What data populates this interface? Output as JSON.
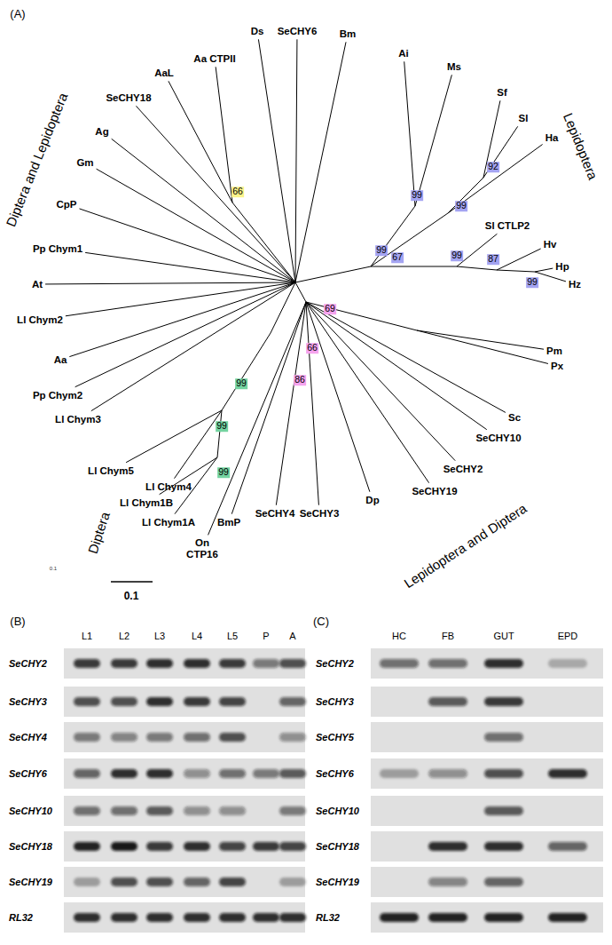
{
  "diagram": {
    "nodes": [
      {
        "text": [
          "Diptera and Lepidoptera"
        ]
      },
      {
        "text": [
          "Lepidoptera"
        ]
      },
      {
        "text": [
          "Lepidoptera and Diptera"
        ]
      },
      {
        "text": [
          "Diptera"
        ]
      }
    ],
    "labels": [
      "(A)",
      "Ds",
      "SeCHY6",
      "Bm",
      "Aa CTPII",
      "AaL",
      "SeCHY18",
      "Ag",
      "Gm",
      "CpP",
      "Pp Chym1",
      "At",
      "Ll Chym2",
      "Aa",
      "Pp Chym2",
      "Ll Chym3",
      "66",
      "Ai",
      "Ms",
      "Sf",
      "Sl",
      "Ha",
      "Sl CTLP2",
      "Hv",
      "Hp",
      "Hz",
      "99",
      "92",
      "99",
      "99",
      "67",
      "99",
      "87",
      "99",
      "69",
      "66",
      "86",
      "Pm",
      "Px",
      "Sc",
      "SeCHY10",
      "SeCHY2",
      "SeCHY19",
      "Dp",
      "SeCHY3",
      "SeCHY4",
      "BmP",
      "On CTP16",
      "99",
      "99",
      "99",
      "Ll Chym5",
      "Ll Chym4",
      "Ll Chym1B",
      "Ll Chym1A",
      "0.1",
      "0.1",
      "(B)",
      "L1",
      "L2",
      "L3",
      "L4",
      "L5",
      "P",
      "A",
      "SeCHY2",
      "SeCHY3",
      "SeCHY4",
      "SeCHY6",
      "SeCHY10",
      "SeCHY18",
      "SeCHY19",
      "RL32",
      "(C)",
      "HC",
      "FB",
      "GUT",
      "EPD",
      "SeCHY2",
      "SeCHY3",
      "SeCHY5",
      "SeCHY6",
      "SeCHY10",
      "SeCHY18",
      "SeCHY19",
      "RL32"
    ]
  }
}
